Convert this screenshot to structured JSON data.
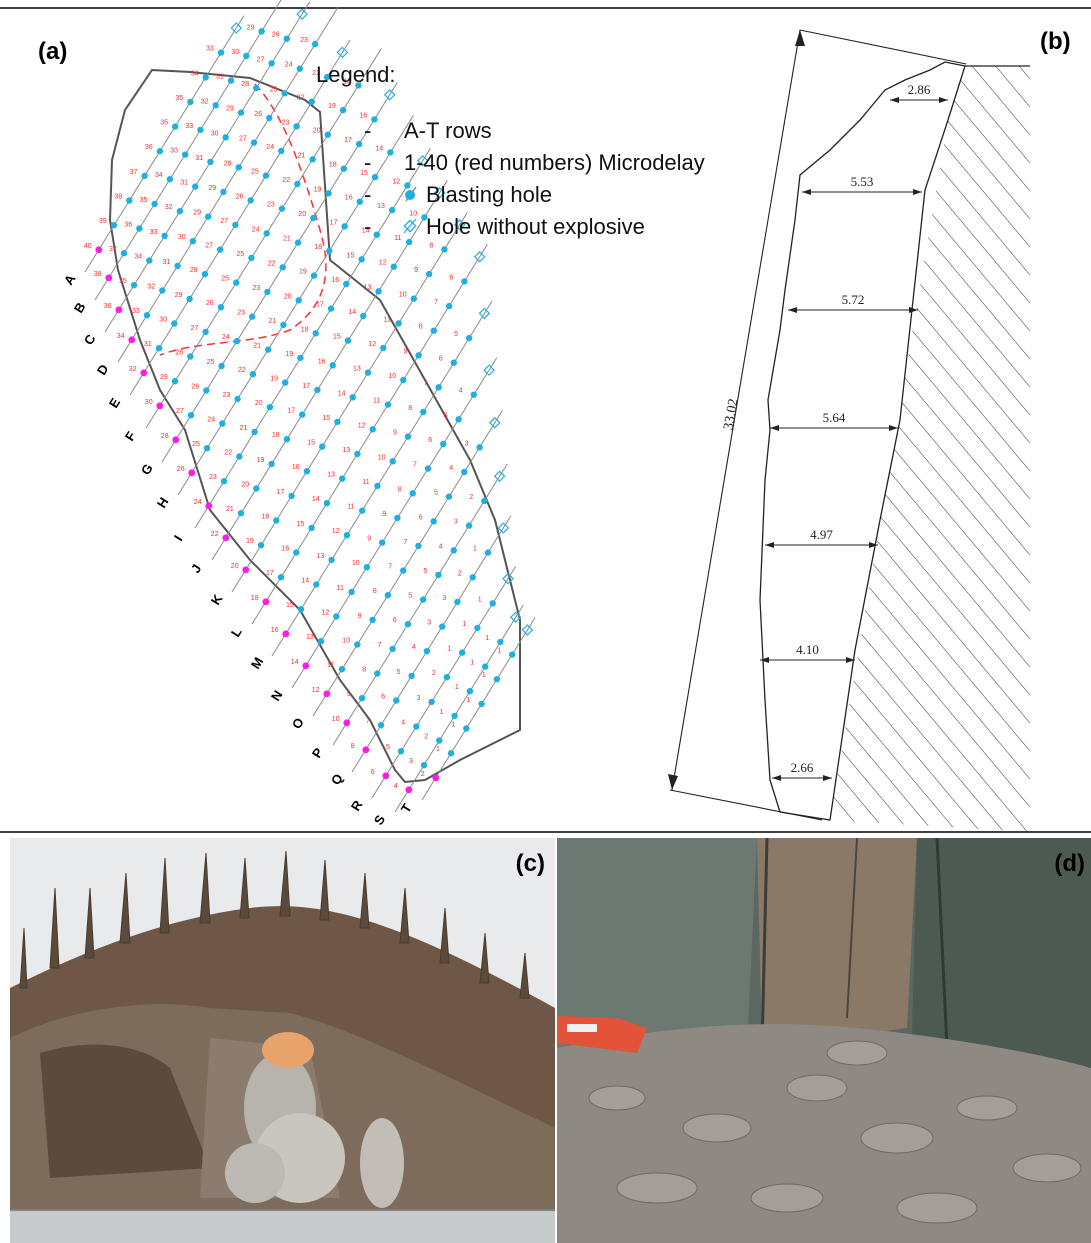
{
  "panels": {
    "a": "(a)",
    "b": "(b)",
    "c": "(c)",
    "d": "(d)"
  },
  "legend": {
    "title": "Legend:",
    "items": [
      {
        "dash": "-",
        "text": "A-T rows"
      },
      {
        "dash": "-",
        "text": "1-40 (red numbers) Microdelay"
      },
      {
        "dash": "-",
        "text": "Blasting hole",
        "icon": "blasting-hole-icon"
      },
      {
        "dash": "-",
        "text": "Hole without explosive",
        "icon": "empty-hole-icon"
      }
    ]
  },
  "rows": [
    "A",
    "B",
    "C",
    "D",
    "E",
    "F",
    "G",
    "H",
    "I",
    "J",
    "K",
    "L",
    "M",
    "N",
    "O",
    "P",
    "Q",
    "R",
    "S",
    "T"
  ],
  "profile": {
    "height_label": "33.02",
    "widths": [
      "2.86",
      "5.53",
      "5.72",
      "5.64",
      "4.97",
      "4.10",
      "2.66"
    ]
  },
  "colors": {
    "hole": "#1fb0e0",
    "delay": "#ff2a2a",
    "contour_hole": "#ff1de6",
    "outline": "#555555"
  }
}
